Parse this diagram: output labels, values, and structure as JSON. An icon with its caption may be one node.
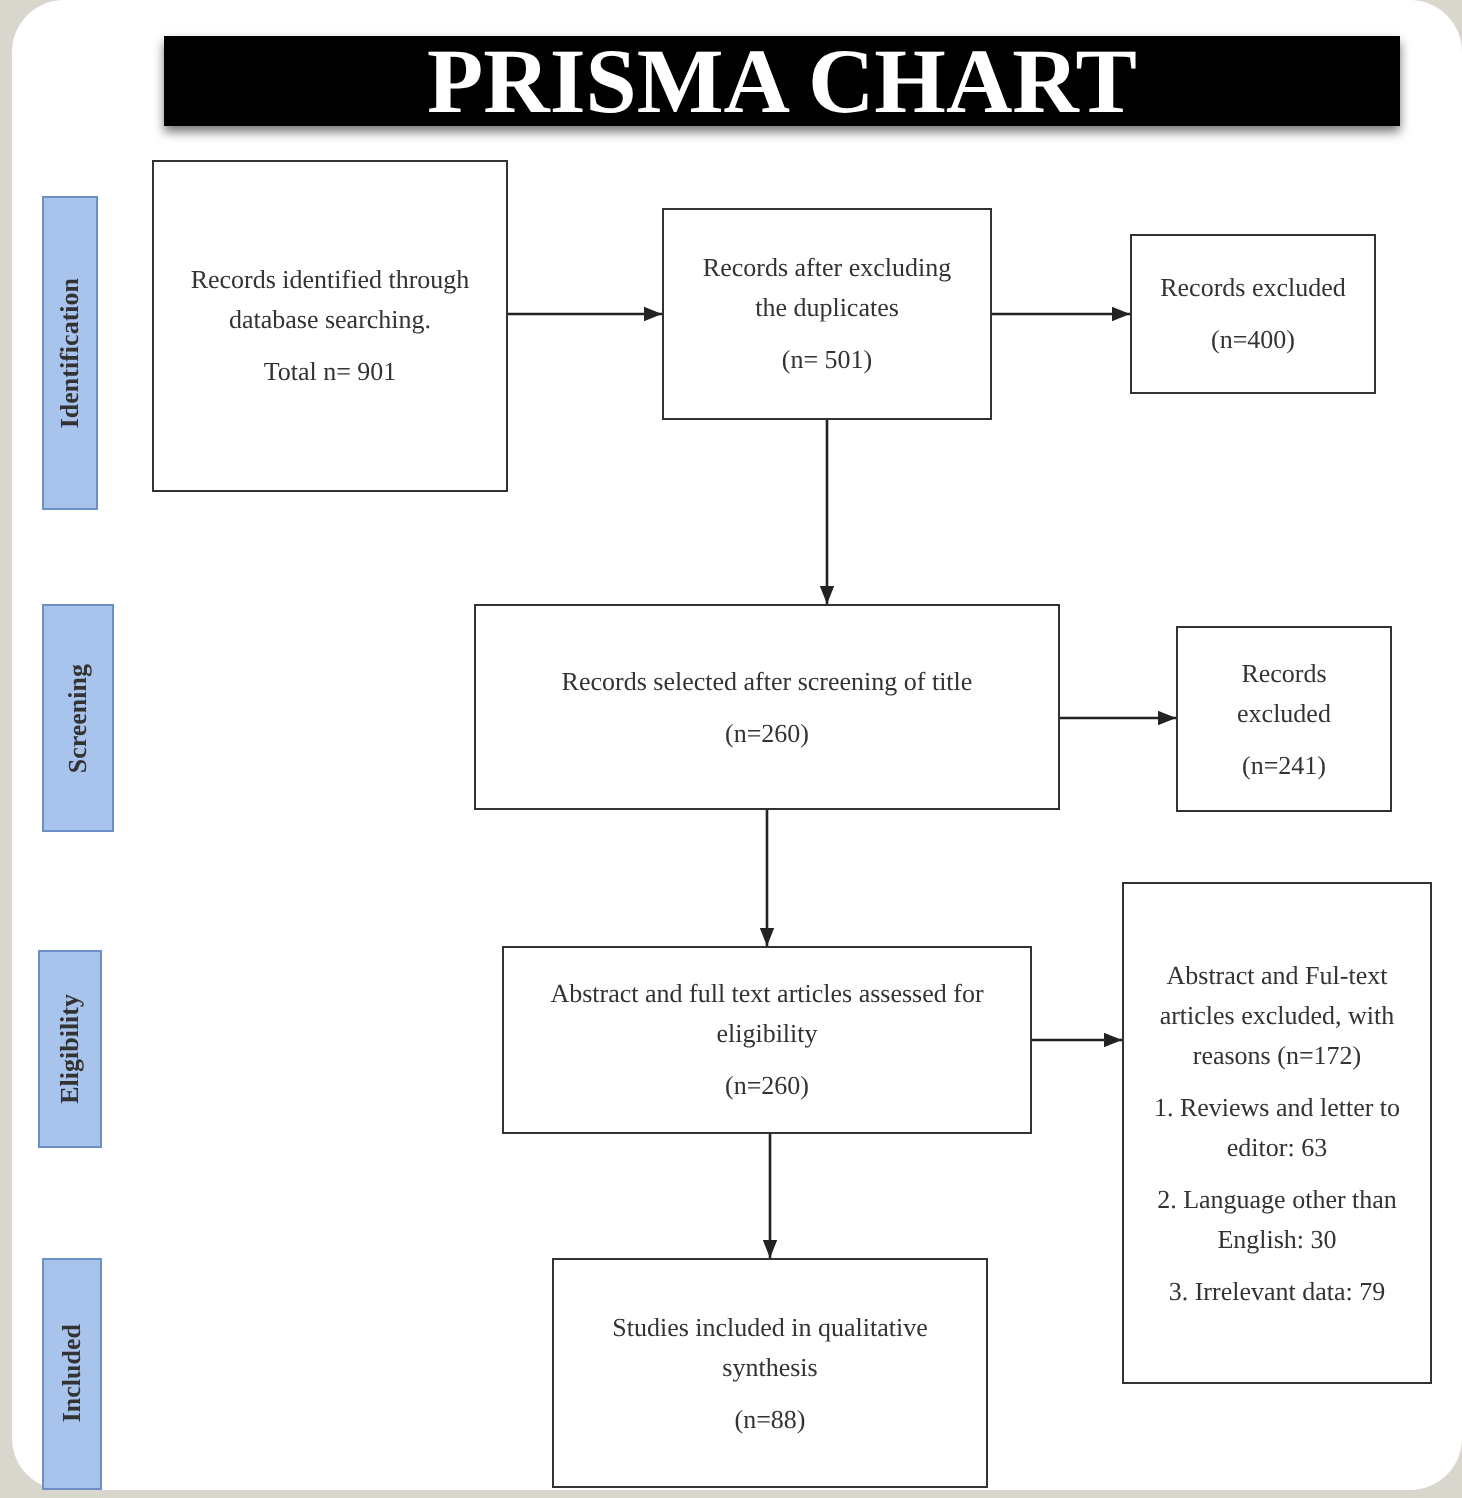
{
  "diagram": {
    "title": "PRISMA CHART",
    "nodes": [
      {
        "text": [
          "Identification"
        ]
      },
      {
        "text": [
          "Records identified through database searching.",
          "Total n= 901"
        ]
      },
      {
        "text": [
          "Records after excluding the duplicates",
          "(n= 501)"
        ]
      },
      {
        "text": [
          "Records excluded",
          "(n=400)"
        ]
      },
      {
        "text": [
          "Screening"
        ]
      },
      {
        "text": [
          "Records selected after screening of title",
          "(n=260)"
        ]
      },
      {
        "text": [
          "Records excluded",
          "(n=241)"
        ]
      },
      {
        "text": [
          "Eligibility"
        ]
      },
      {
        "text": [
          "Abstract and full text articles assessed for eligibility",
          "(n=260)"
        ]
      },
      {
        "text": [
          "Abstract and Ful-text articles excluded, with reasons (n=172)",
          "1.  Reviews and letter to editor: 63",
          "2. Language other than English:  30",
          "3. Irrelevant data: 79"
        ]
      },
      {
        "text": [
          "Included"
        ]
      },
      {
        "text": [
          "Studies included in qualitative synthesis",
          "(n=88)"
        ]
      }
    ],
    "edges": [
      {
        "from": 1,
        "to": 2,
        "arrow": "to"
      },
      {
        "from": 2,
        "to": 3,
        "arrow": "to"
      },
      {
        "from": 2,
        "to": 5,
        "arrow": "to"
      },
      {
        "from": 5,
        "to": 6,
        "arrow": "to"
      },
      {
        "from": 5,
        "to": 8,
        "arrow": "to"
      },
      {
        "from": 8,
        "to": 9,
        "arrow": "to"
      },
      {
        "from": 8,
        "to": 11,
        "arrow": "to"
      }
    ]
  }
}
